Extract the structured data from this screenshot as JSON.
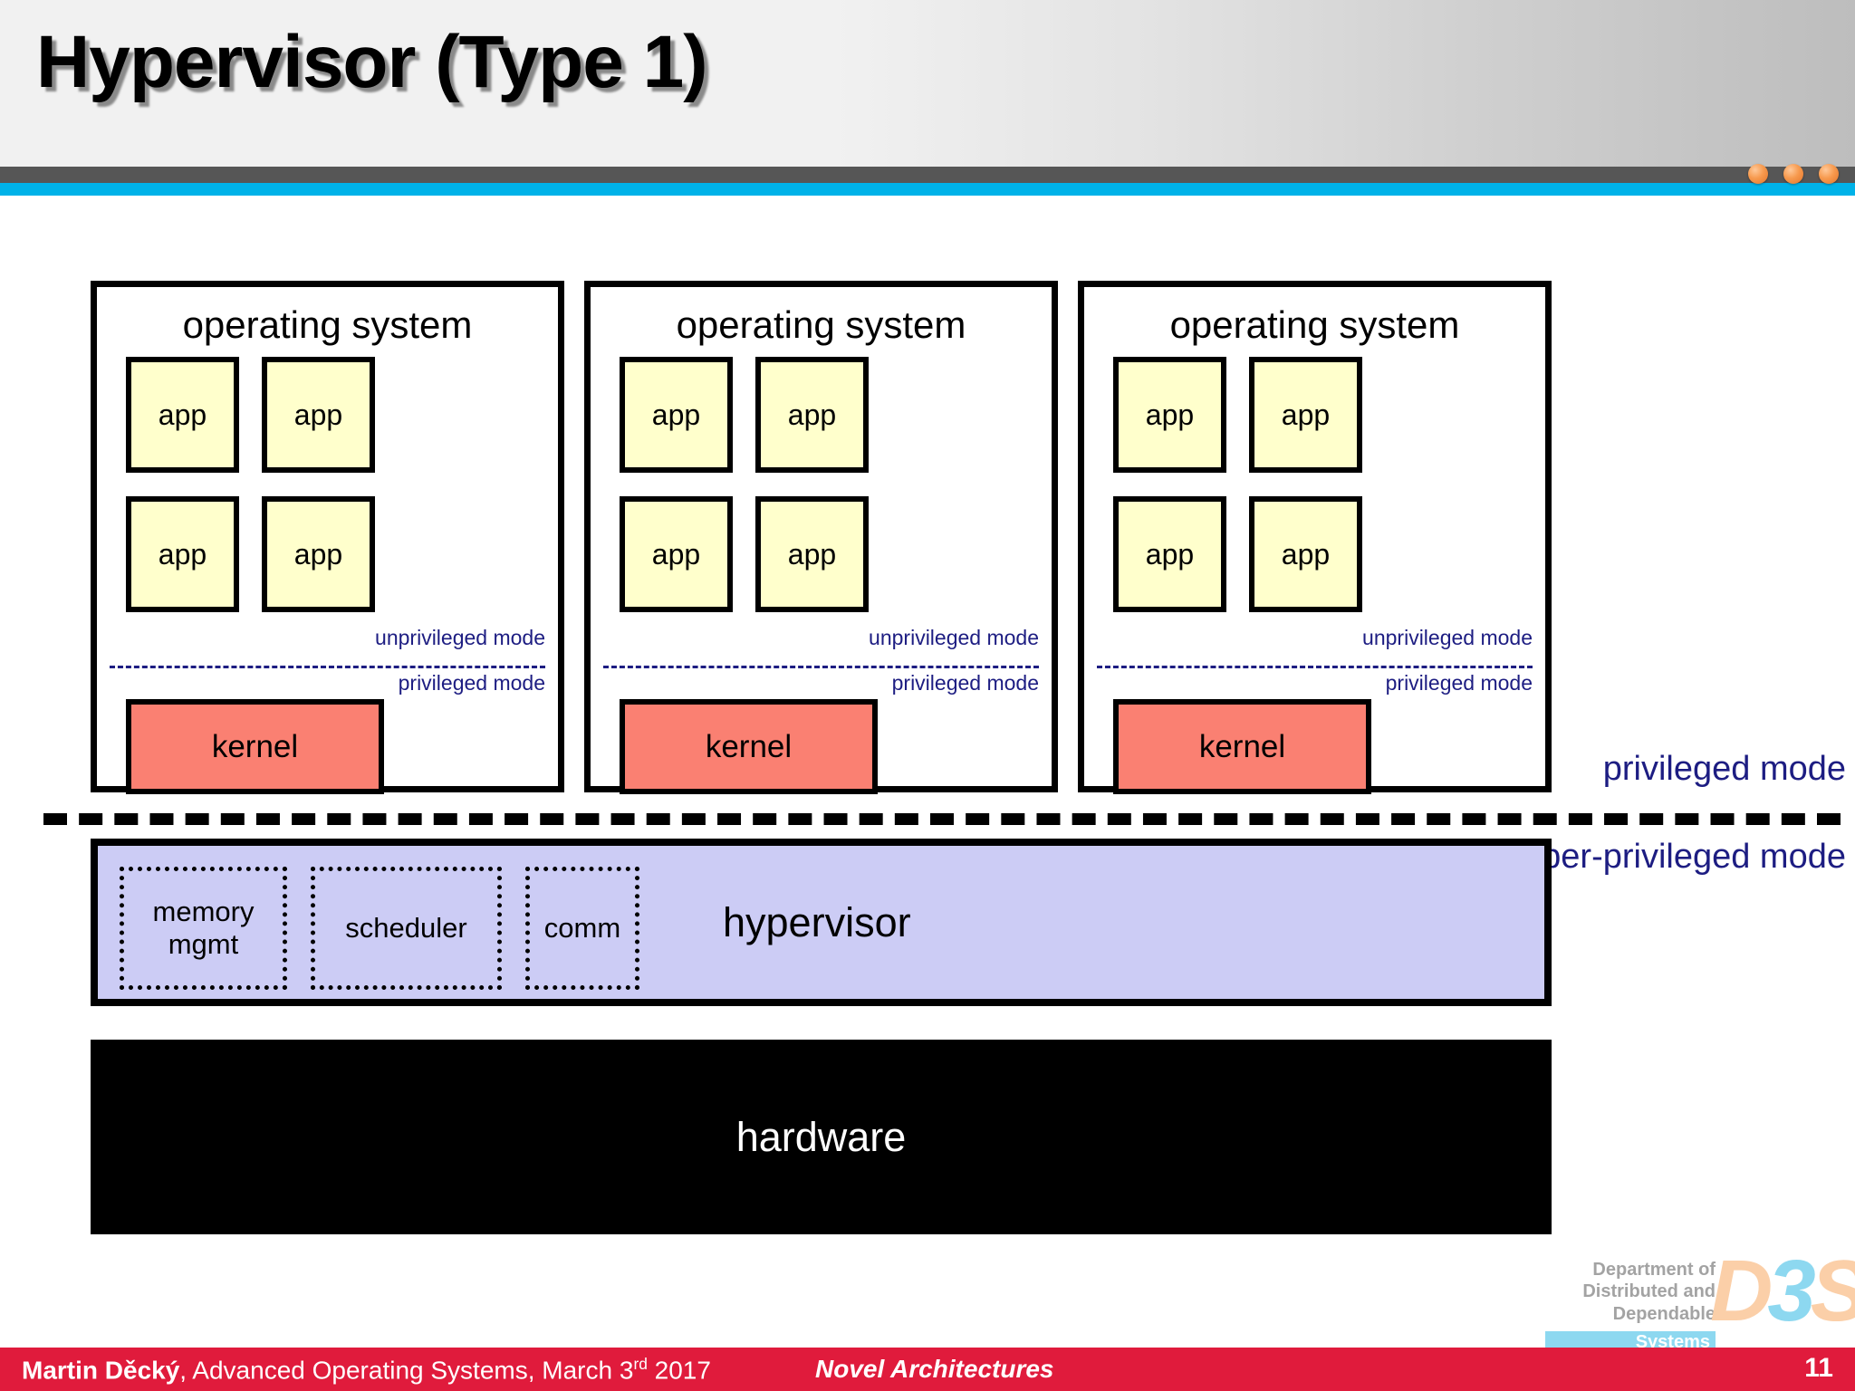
{
  "slide": {
    "title": "Hypervisor (Type 1)",
    "page_number": "11",
    "accent_colors": {
      "header_gray": "#f1f1f1",
      "header_bar": "#565656",
      "cyan": "#00b2e8",
      "dot_orange": "#f79a4e",
      "footer_red": "#e01b3c",
      "app_yellow": "#ffffcc",
      "kernel_salmon": "#fa8072",
      "hypervisor_lavender": "#ccccf5",
      "hardware_black": "#000000",
      "mode_label_navy": "#1d1d82"
    }
  },
  "header": {
    "dots": [
      "dot-1",
      "dot-2",
      "dot-3"
    ]
  },
  "diagram": {
    "os_boxes": [
      {
        "title": "operating system",
        "apps": [
          "app",
          "app",
          "app",
          "app"
        ],
        "unprivileged_label": "unprivileged mode",
        "privileged_label": "privileged mode",
        "kernel": "kernel"
      },
      {
        "title": "operating system",
        "apps": [
          "app",
          "app",
          "app",
          "app"
        ],
        "unprivileged_label": "unprivileged mode",
        "privileged_label": "privileged mode",
        "kernel": "kernel"
      },
      {
        "title": "operating system",
        "apps": [
          "app",
          "app",
          "app",
          "app"
        ],
        "unprivileged_label": "unprivileged mode",
        "privileged_label": "privileged mode",
        "kernel": "kernel"
      }
    ],
    "side_labels": {
      "privileged_mode": "privileged mode",
      "hyper_privileged_mode": "hyper-privileged mode"
    },
    "hypervisor": {
      "label": "hypervisor",
      "components": [
        "memory mgmt",
        "scheduler",
        "comm"
      ],
      "components_lines": [
        [
          "memory",
          "mgmt"
        ],
        [
          "scheduler"
        ],
        [
          "comm"
        ]
      ]
    },
    "hardware": {
      "label": "hardware"
    }
  },
  "logo": {
    "line1": "Department of",
    "line2": "Distributed and",
    "line3": "Dependable",
    "line4": "Systems",
    "mark_d": "D",
    "mark_3": "3",
    "mark_s": "S"
  },
  "footer": {
    "author": "Martin Děcký",
    "course": ", Advanced Operating Systems, March 3",
    "ordinal": "rd",
    "year": " 2017",
    "section": "Novel Architectures",
    "page": "11"
  }
}
